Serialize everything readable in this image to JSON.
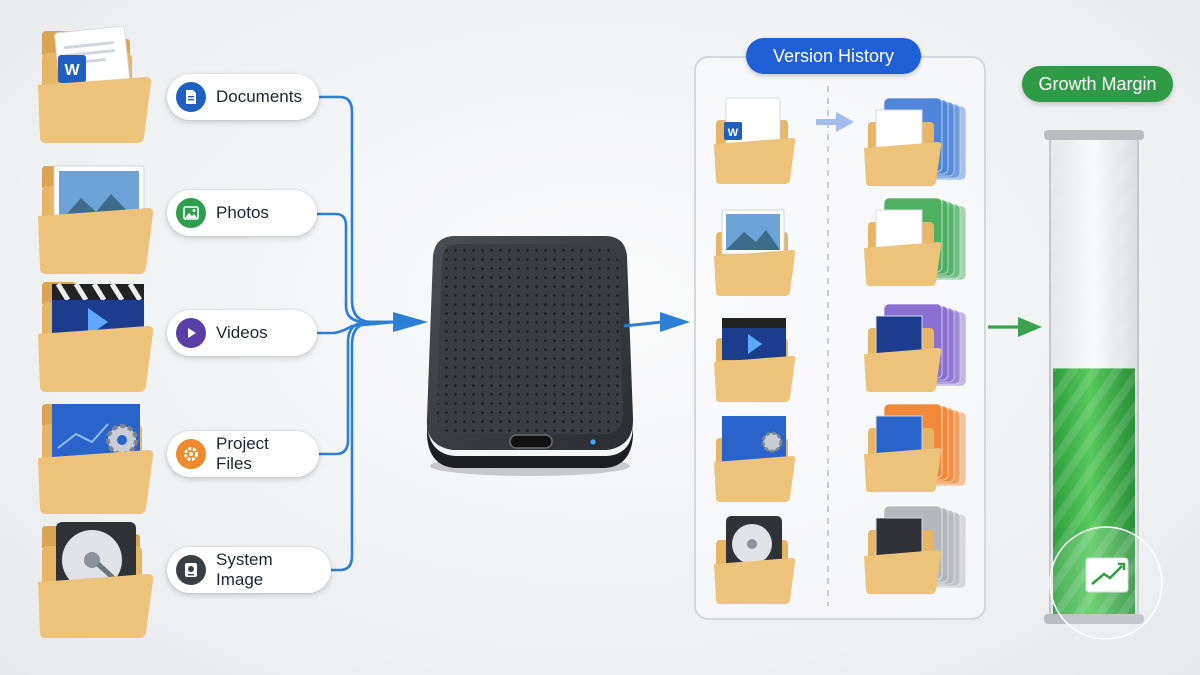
{
  "sources": [
    {
      "label": "Documents",
      "icon": "document-icon",
      "color": "#1f5fbf"
    },
    {
      "label": "Photos",
      "icon": "image-icon",
      "color": "#2e9e4e"
    },
    {
      "label": "Videos",
      "icon": "play-icon",
      "color": "#5a3ea8"
    },
    {
      "label": "Project Files",
      "icon": "gear-icon",
      "color": "#ec8a2c"
    },
    {
      "label": "System Image",
      "icon": "hard-drive-icon",
      "color": "#3a3f46"
    }
  ],
  "version_history": {
    "title": "Version History",
    "badge_color": "#1e5fd6",
    "stack_colors": [
      "#4f86d8",
      "#4fb062",
      "#8a6fd0",
      "#f08a3a",
      "#b4b7bc"
    ]
  },
  "growth_margin": {
    "title": "Growth Margin",
    "badge_color": "#2f9b46",
    "fill_fraction": 0.52
  },
  "device": "external-ssd-drive"
}
